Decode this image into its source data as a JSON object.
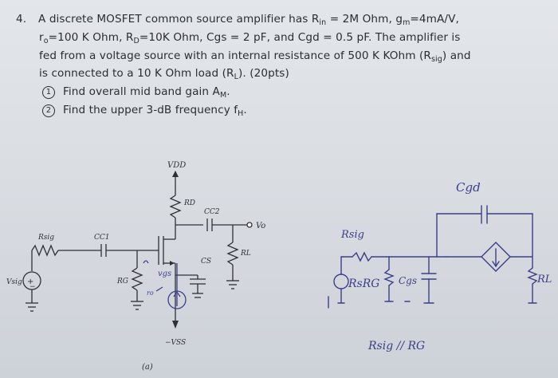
{
  "problem": {
    "number": "4.",
    "l1": {
      "a": "A discrete MOSFET common source amplifier has R",
      "a_sub": "in",
      "b": " = 2M Ohm, g",
      "b_sub": "m",
      "c": "=4mA/V,"
    },
    "l2": {
      "a": "r",
      "a_sub": "o",
      "b": "=100 K Ohm, R",
      "b_sub": "D",
      "c": "=10K Ohm, Cgs = 2 pF, and Cgd = 0.5 pF.  The amplifier is"
    },
    "l3": "fed from a voltage source with an internal resistance of 500 K KOhm (R",
    "l3_sub": "sig",
    "l3_end": ") and",
    "l4": {
      "a": "is connected to a 10 K Ohm load (R",
      "a_sub": "L",
      "b": "). (20pts)"
    },
    "items": [
      {
        "mark": "1",
        "a": "Find overall mid band gain A",
        "a_sub": "M",
        "b": "."
      },
      {
        "mark": "2",
        "a": "Find the upper 3-dB frequency f",
        "a_sub": "H",
        "b": "."
      }
    ]
  },
  "circuit": {
    "vdd": "VDD",
    "rd": "RD",
    "cc2": "CC2",
    "vo": "Vo",
    "rsig": "Rsig",
    "cc1": "CC1",
    "rl": "RL",
    "cs": "CS",
    "rg": "RG",
    "vsig": "Vsig",
    "vss": "−VSS",
    "fig": "(a)"
  },
  "handwriting": {
    "cgd": "Cgd",
    "rsig": "Rsig",
    "rg_pair": "RsRG",
    "cgs": "Cgs",
    "rl": "RL",
    "combo": "Rsig // RG",
    "ro": "ro",
    "vgs": "vgs"
  }
}
